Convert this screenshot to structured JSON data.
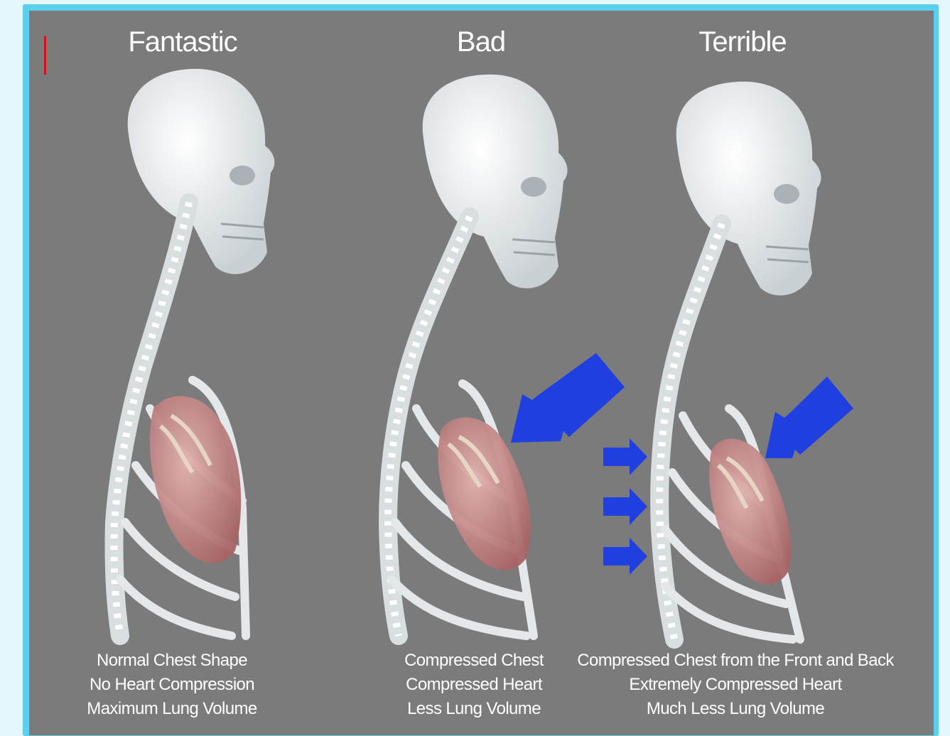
{
  "columns": [
    {
      "title": "Fantastic",
      "lines": [
        "Normal Chest Shape",
        "No Heart Compression",
        "Maximum Lung Volume"
      ]
    },
    {
      "title": "Bad",
      "lines": [
        "Compressed Chest",
        "Compressed Heart",
        "Less Lung Volume"
      ]
    },
    {
      "title": "Terrible",
      "lines": [
        "Compressed Chest from the Front and Back",
        "Extremely Compressed Heart",
        "Much Less Lung Volume"
      ]
    }
  ],
  "colors": {
    "frame": "#5ad0ee",
    "panel": "#7b7b7b",
    "arrow": "#1f3fe0",
    "bone": "#e8ecee",
    "heart": "#c98a8a"
  }
}
